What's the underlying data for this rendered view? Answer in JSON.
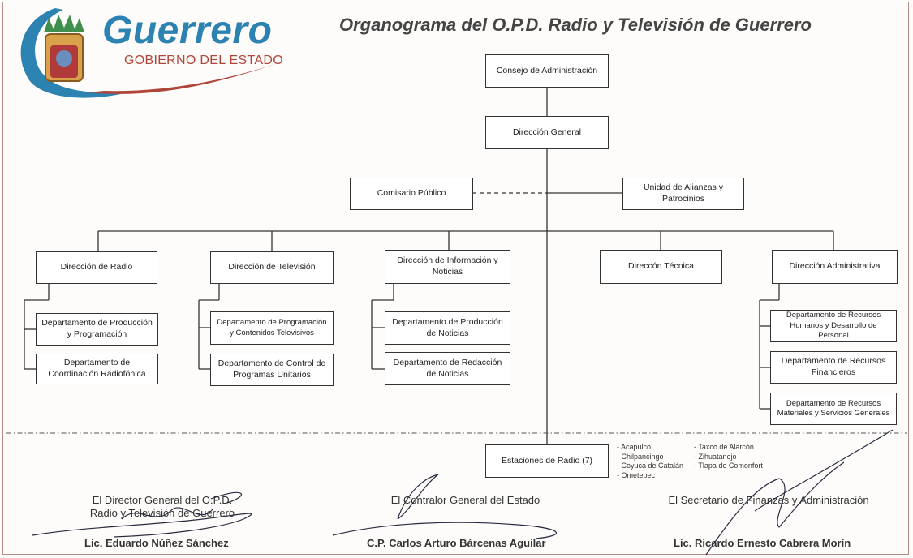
{
  "header": {
    "logo_title": "Guerrero",
    "logo_subtitle": "GOBIERNO DEL ESTADO",
    "page_title": "Organograma del O.P.D. Radio y Televisión de Guerrero"
  },
  "org": {
    "consejo": "Consejo de Administración",
    "direccion_general": "Dirección General",
    "comisario": "Comisario Público",
    "unidad_alianzas": "Unidad de Alianzas y Patrocinios",
    "radio": {
      "title": "Dirección de Radio",
      "depts": [
        "Departamento de Producción y Programación",
        "Departamento de Coordinación Radiofónica"
      ]
    },
    "television": {
      "title": "Dirección de Televisión",
      "depts": [
        "Departamento de Programación y Contenidos Televisivos",
        "Departamento de Control de Programas Unitarios"
      ]
    },
    "informacion": {
      "title": "Dirección de Información y Noticias",
      "depts": [
        "Departamento de Producción de Noticias",
        "Departamento de Redacción de Noticias"
      ]
    },
    "tecnica": {
      "title": "Direccón Técnica"
    },
    "administrativa": {
      "title": "Dirección Administrativa",
      "depts": [
        "Departamento de Recursos Humanos y Desarrollo de Personal",
        "Departamento de Recursos Financieros",
        "Departamento de Recursos Materiales y Servicios Generales"
      ]
    },
    "estaciones": "Estaciones de Radio (7)",
    "cities_col1": [
      "- Acapulco",
      "- Chilpancingo",
      "- Coyuca de Catalán",
      "- Ometepec"
    ],
    "cities_col2": [
      "- Taxco de Alarcón",
      "- Zihuatanejo",
      "- Tlapa de Comonfort"
    ]
  },
  "signatures": {
    "director": {
      "role_line1": "El Director General del O.P.D.",
      "role_line2": "Radio y Televisión de Guerrero",
      "name": "Lic. Eduardo Núñez Sánchez"
    },
    "contralor": {
      "role_line1": "El Contralor General del Estado",
      "name": "C.P. Carlos Arturo Bárcenas Aguilar"
    },
    "secretario": {
      "role_line1": "El Secretario de Finanzas y Administración",
      "name": "Lic. Ricardo Ernesto Cabrera Morín"
    }
  },
  "colors": {
    "logo_blue": "#2c82b0",
    "logo_red": "#b0463a",
    "frame": "#b88a88"
  }
}
